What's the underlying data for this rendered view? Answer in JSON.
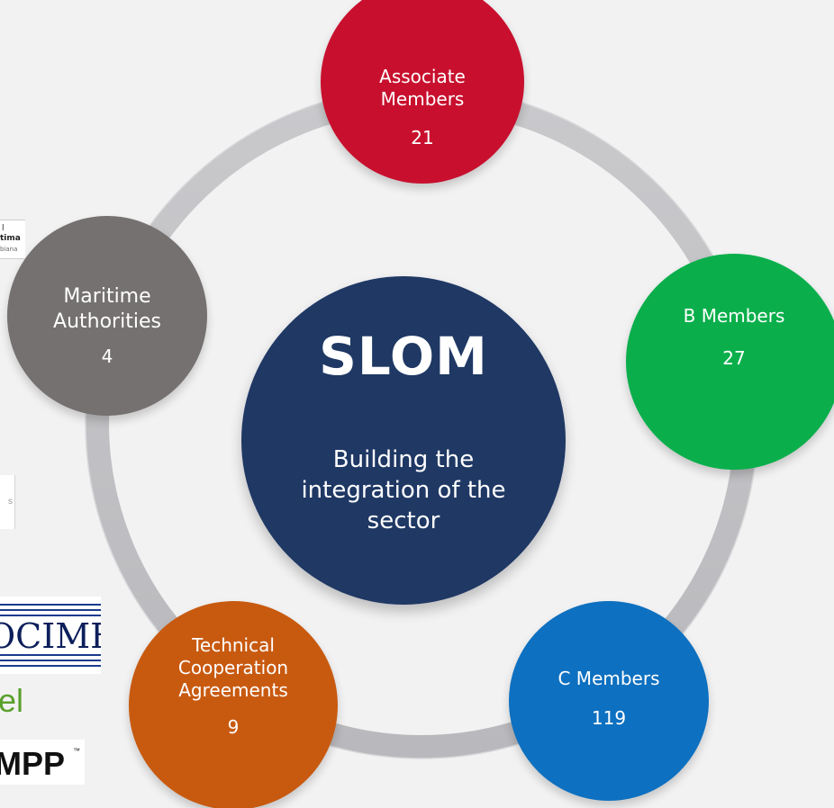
{
  "center": {
    "title": "SLOM",
    "subtitle": "Building the integration of the sector",
    "color": "#1f3864"
  },
  "nodes": [
    {
      "id": "associate",
      "label": "Associate Members",
      "count": "21",
      "color": "#c8102e"
    },
    {
      "id": "b",
      "label": "B Members",
      "count": "27",
      "color": "#0aaf4b"
    },
    {
      "id": "c",
      "label": "C Members",
      "count": "119",
      "color": "#0d70c0"
    },
    {
      "id": "technical",
      "label": "Technical Cooperation Agreements",
      "count": "9",
      "color": "#c85a10"
    },
    {
      "id": "maritime",
      "label": "Maritime Authorities",
      "count": "4",
      "color": "#757171"
    }
  ],
  "ring_color": "#c3c3c6",
  "logos": {
    "ocimf": "OCIMF",
    "el": "el",
    "mpp": "MPP",
    "mpp_tm": "™",
    "dgm": {
      "line1": "l",
      "line2": "tima",
      "line3": "biana"
    }
  }
}
